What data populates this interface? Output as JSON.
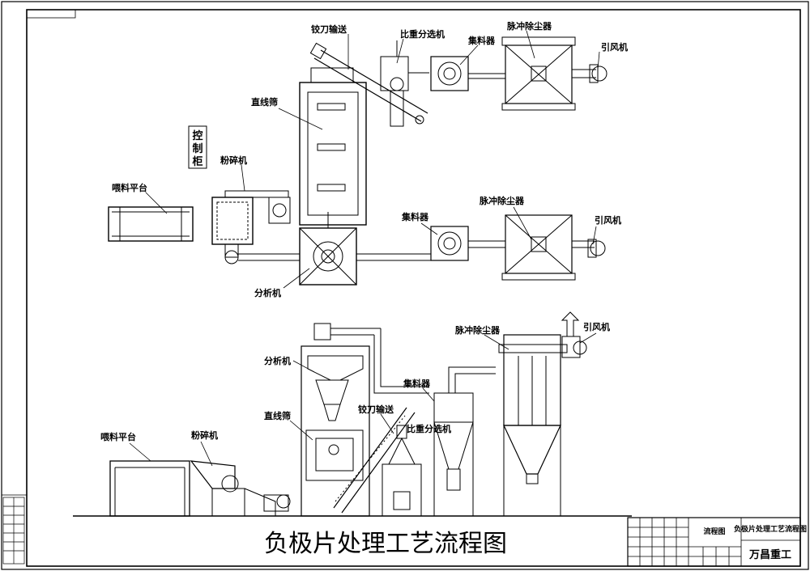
{
  "title": "负极片处理工艺流程图",
  "control_cabinet": "控制柜",
  "plan_top": {
    "screw_conveyor": "铰刀输送",
    "gravity_separator": "比重分选机",
    "collector": "集料器",
    "pulse_dust_collector": "脉冲除尘器",
    "induced_fan": "引风机",
    "linear_screen": "直线筛"
  },
  "plan_middle": {
    "crusher": "粉碎机",
    "feeding_platform": "喂料平台",
    "collector": "集料器",
    "pulse_dust_collector": "脉冲除尘器",
    "induced_fan": "引风机",
    "analyzer": "分析机"
  },
  "elevation": {
    "pulse_dust_collector": "脉冲除尘器",
    "induced_fan": "引风机",
    "analyzer": "分析机",
    "collector": "集料器",
    "linear_screen": "直线筛",
    "screw_conveyor": "铰刀输送",
    "gravity_separator": "比重分选机",
    "feeding_platform": "喂料平台",
    "crusher": "粉碎机"
  },
  "title_block": {
    "drawing_name": "流程图",
    "drawing_title": "负极片处理工艺流程图",
    "company": "万昌重工"
  }
}
